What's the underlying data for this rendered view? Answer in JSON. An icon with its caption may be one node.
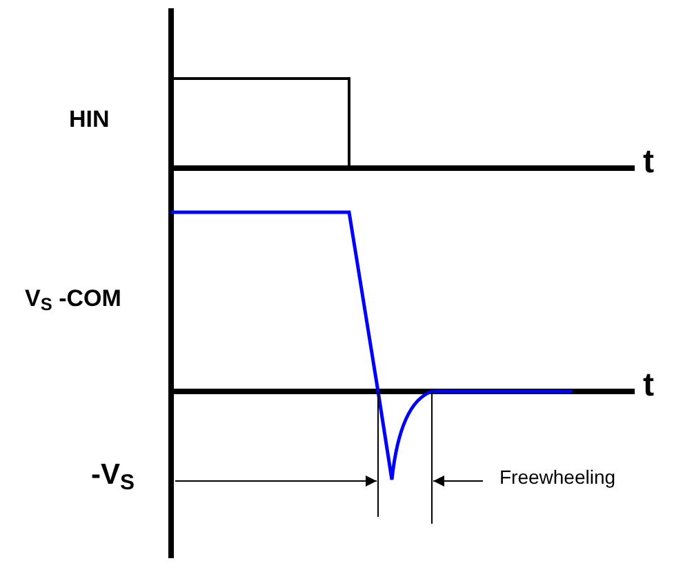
{
  "diagram": {
    "labels": [
      "HIN",
      "t",
      "V$_{S}$ -COM",
      "t",
      "-V$_{S}$",
      "Freewheeling"
    ]
  }
}
